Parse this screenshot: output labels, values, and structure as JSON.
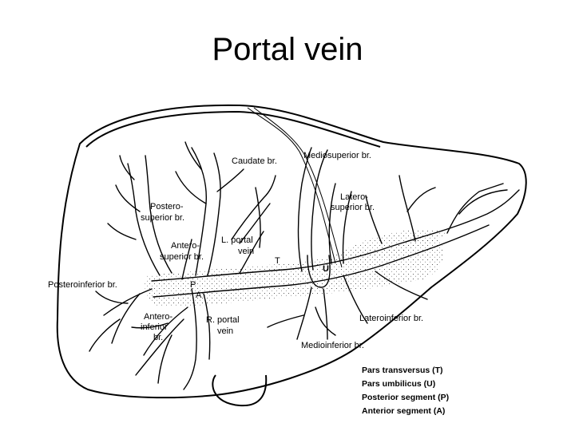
{
  "title": "Portal vein",
  "labels": {
    "caudate": "Caudate br.",
    "mediosuperior": "Mediosuperior br.",
    "latero_superior_1": "Latero-",
    "latero_superior_2": "superior br.",
    "postero_superior_1": "Postero-",
    "postero_superior_2": "superior br.",
    "antero_superior_1": "Antero-",
    "antero_superior_2": "superior br.",
    "l_portal_1": "L. portal",
    "l_portal_2": "vein",
    "t": "T",
    "u": "U",
    "posteroinferior": "Posteroinferior br.",
    "p": "P",
    "a": "A",
    "antero_inferior_1": "Antero-",
    "antero_inferior_2": "inferior",
    "antero_inferior_3": "br.",
    "r_portal_1": "R. portal",
    "r_portal_2": "vein",
    "lateroinferior": "Lateroinferior br.",
    "medioinferior": "Medioinferior br."
  },
  "key": [
    "Pars transversus (T)",
    "Pars umbilicus (U)",
    "Posterior segment (P)",
    "Anterior segment (A)"
  ]
}
